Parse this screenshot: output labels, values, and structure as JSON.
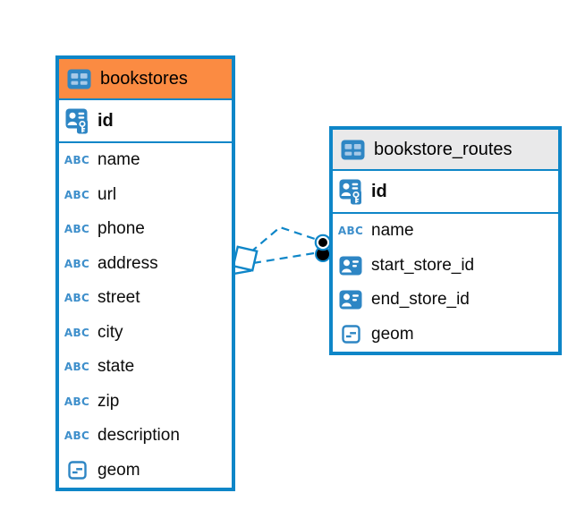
{
  "colors": {
    "accent_blue": "#0E86C8",
    "bookstores_header_bg": "#FB8B42",
    "routes_header_bg": "#E9E9EA",
    "icon_blue": "#2E86C4",
    "text_type_blue": "#3E8FCB",
    "relationship_line": "#0E86C8"
  },
  "icons": {
    "text_type_glyph": "ABC"
  },
  "bookstores": {
    "title": "bookstores",
    "primary_key": "id",
    "fields": [
      "name",
      "url",
      "phone",
      "address",
      "street",
      "city",
      "state",
      "zip",
      "description",
      "geom"
    ]
  },
  "bookstore_routes": {
    "title": "bookstore_routes",
    "primary_key": "id",
    "fields": [
      "name",
      "start_store_id",
      "end_store_id",
      "geom"
    ]
  },
  "relationships": {
    "count": 2,
    "style": "dashed",
    "from_table": "bookstores",
    "to_table": "bookstore_routes"
  }
}
